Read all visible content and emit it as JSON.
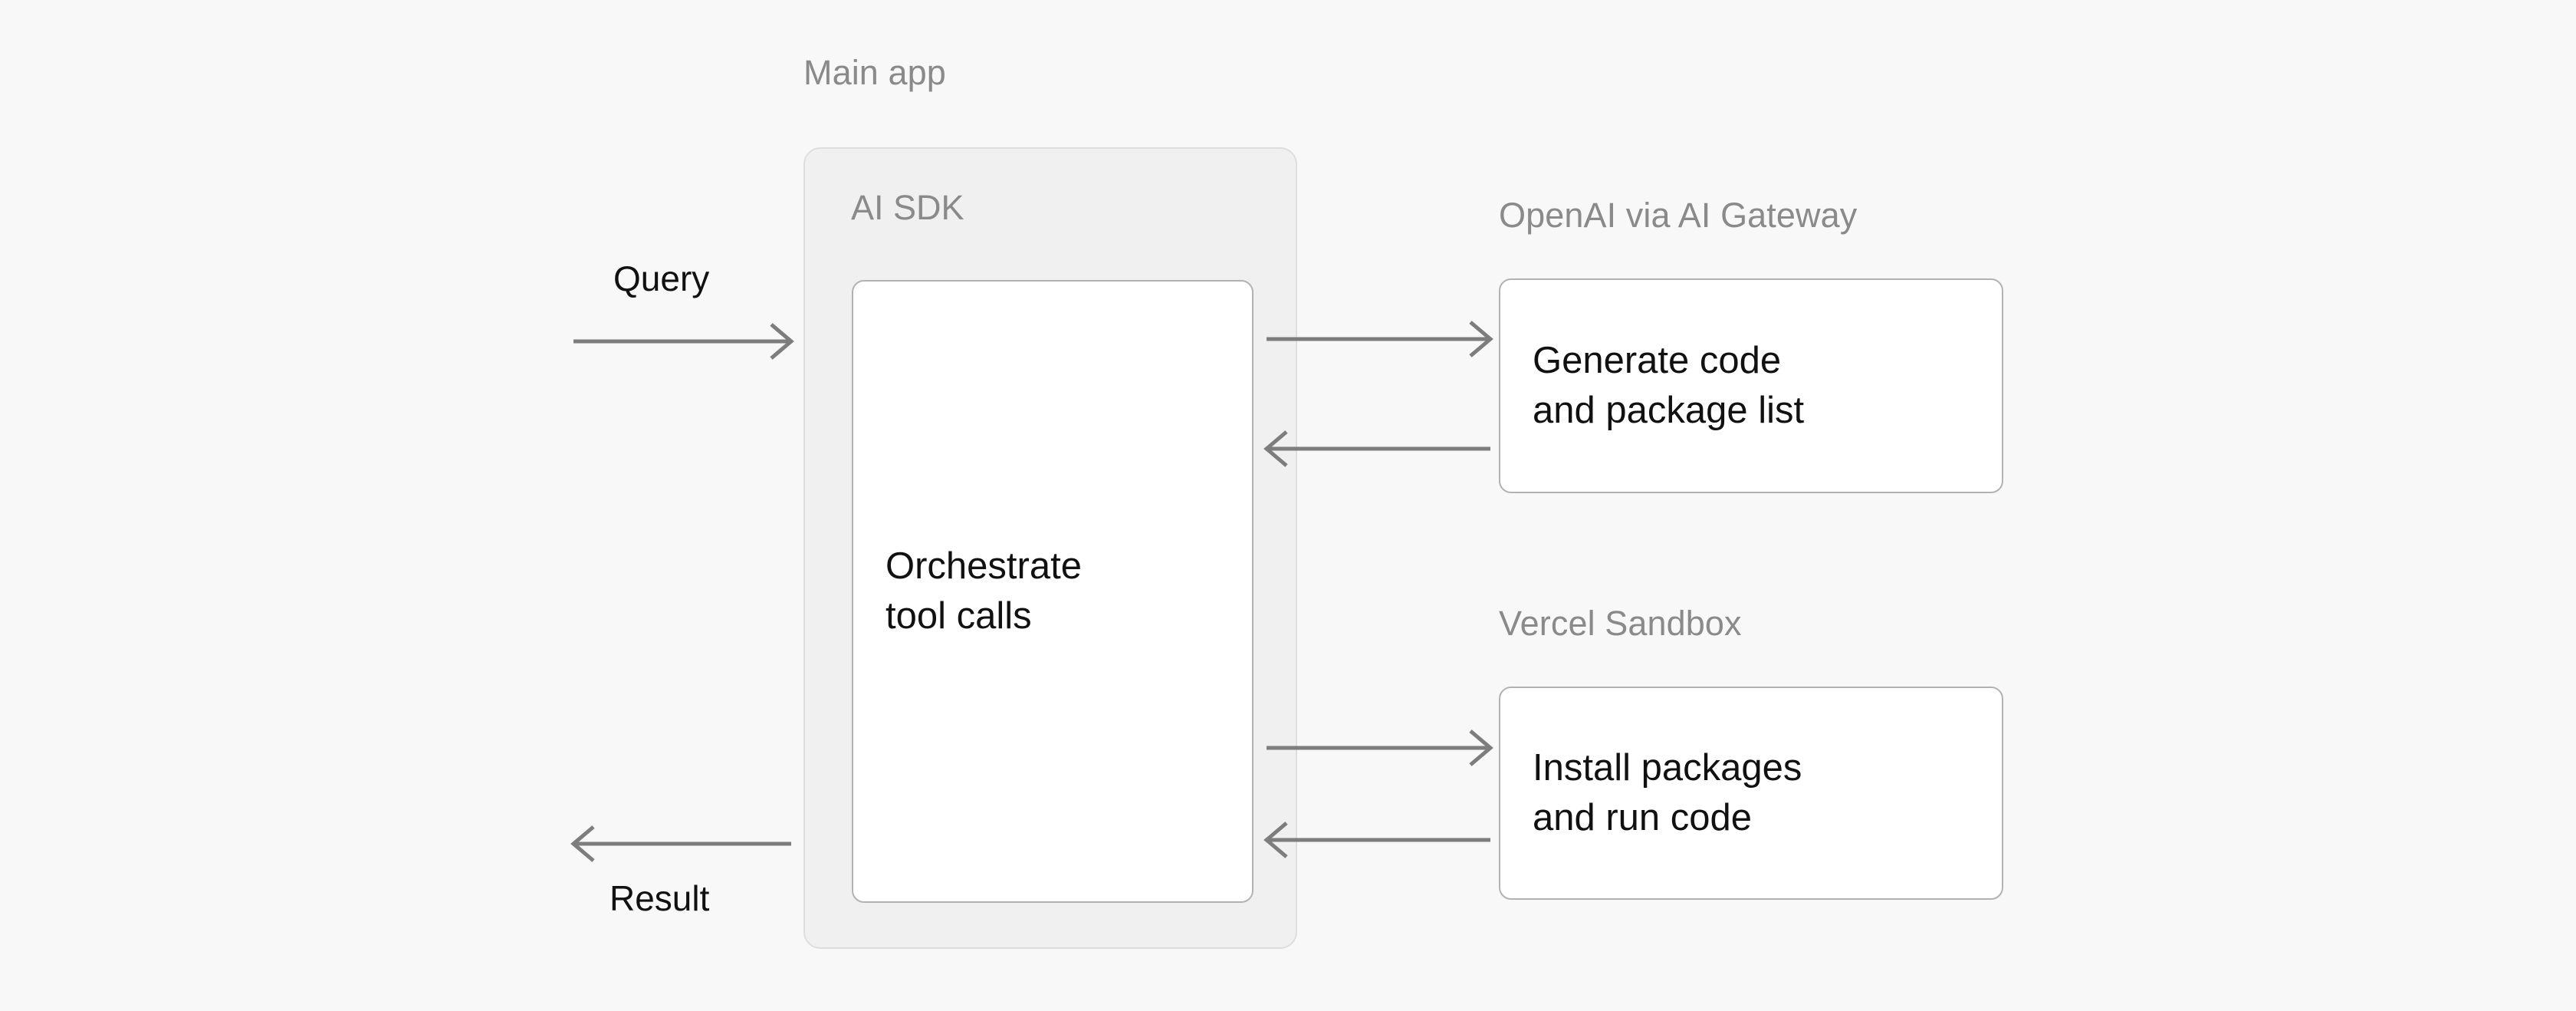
{
  "diagram": {
    "background_color": "#f8f8f8",
    "groups": {
      "main_app": {
        "label": "Main app"
      },
      "openai": {
        "label": "OpenAI via AI Gateway"
      },
      "sandbox": {
        "label": "Vercel Sandbox"
      },
      "ai_sdk": {
        "label": "AI SDK"
      }
    },
    "nodes": {
      "orchestrator": {
        "text": "Orchestrate\ntool calls"
      },
      "generate_code": {
        "text": "Generate code\nand package list"
      },
      "sandbox_run": {
        "text": "Install packages\nand run code"
      }
    },
    "edges": {
      "query": {
        "label": "Query",
        "direction": "right"
      },
      "result": {
        "label": "Result",
        "direction": "left"
      },
      "to_openai": {
        "label": "",
        "direction": "right"
      },
      "from_openai": {
        "label": "",
        "direction": "left"
      },
      "to_sandbox": {
        "label": "",
        "direction": "right"
      },
      "from_sandbox": {
        "label": "",
        "direction": "left"
      }
    },
    "colors": {
      "label_gray": "#8a8a8a",
      "arrow_gray": "#7d7d7d",
      "node_border": "#b2b2b2",
      "shell_fill": "#f0f0f0",
      "shell_border": "#dedede",
      "text_black": "#111111"
    }
  }
}
